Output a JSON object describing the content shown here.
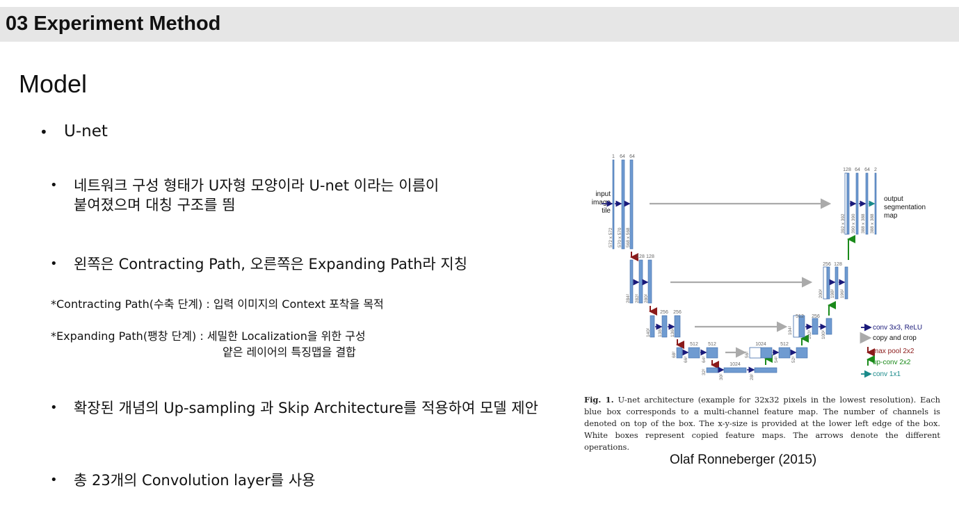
{
  "header": {
    "title": "03 Experiment Method"
  },
  "section": {
    "title": "Model"
  },
  "bullets": {
    "top": {
      "marker": "•",
      "text": "U-net"
    },
    "b1": {
      "marker": "•",
      "line1": "네트워크 구성 형태가 U자형 모양이라 U-net 이라는 이름이",
      "line2": "붙여졌으며 대칭 구조를 띔"
    },
    "b2": {
      "marker": "•",
      "text": "왼쪽은 Contracting Path, 오른쪽은 Expanding Path라 지칭"
    },
    "note1": "*Contracting Path(수축 단계) : 입력 이미지의 Context 포착을 목적",
    "note2_line1": "*Expanding Path(팽창 단계) : 세밀한 Localization을 위한 구성",
    "note2_line2": "얕은 레이어의 특징맵을 결합",
    "b3": {
      "marker": "•",
      "text": "확장된 개념의 Up-sampling 과 Skip Architecture를 적용하여 모델 제안"
    },
    "b4": {
      "marker": "•",
      "text": "총 23개의 Convolution layer를 사용"
    }
  },
  "figure": {
    "input_label": [
      "input",
      "image",
      "tile"
    ],
    "output_label": [
      "output",
      "segmentation",
      "map"
    ],
    "channels": {
      "l1": [
        "1",
        "64",
        "64"
      ],
      "l2": [
        "128",
        "128"
      ],
      "l3": [
        "256",
        "256"
      ],
      "l4": [
        "512",
        "512"
      ],
      "l5": [
        "1024"
      ],
      "r4": [
        "1024",
        "512"
      ],
      "r3": [
        "512",
        "256"
      ],
      "r2": [
        "256",
        "128"
      ],
      "r1": [
        "128",
        "64",
        "64",
        "2"
      ]
    },
    "sizes": {
      "l1": [
        "572 x 572",
        "570 x 570",
        "568 x 568"
      ],
      "l2": [
        "284²",
        "282²",
        "280²"
      ],
      "l3": [
        "140²",
        "138²",
        "136²"
      ],
      "l4": [
        "68²",
        "66²",
        "64²"
      ],
      "l5": [
        "32²",
        "30²",
        "28²"
      ],
      "r4": [
        "56²",
        "54²",
        "52²"
      ],
      "r3": [
        "104²",
        "102²",
        "100²"
      ],
      "r2": [
        "200²",
        "198²",
        "196²"
      ],
      "r1": [
        "392 x 392",
        "390 x 390",
        "388 x 388",
        "388 x 388"
      ]
    },
    "legend": [
      {
        "label": "conv 3x3, ReLU",
        "color": "#1a1a7a"
      },
      {
        "label": "copy and crop",
        "color": "#aaaaaa"
      },
      {
        "label": "max pool 2x2",
        "color": "#8b1a1a"
      },
      {
        "label": "up-conv 2x2",
        "color": "#1a8a1a"
      },
      {
        "label": "conv 1x1",
        "color": "#1a8a8a"
      }
    ],
    "caption_label": "Fig. 1.",
    "caption_text": "U-net architecture (example for 32x32 pixels in the lowest resolution). Each blue box corresponds to a multi-channel feature map. The number of channels is denoted on top of the box. The x-y-size is provided at the lower left edge of the box. White boxes represent copied feature maps. The arrows denote the different operations.",
    "credit": "Olaf Ronneberger (2015)"
  },
  "colors": {
    "header_bg": "#e6e6e6",
    "box_fill": "#6f9bd1",
    "box_stroke": "#3d6aa8"
  }
}
